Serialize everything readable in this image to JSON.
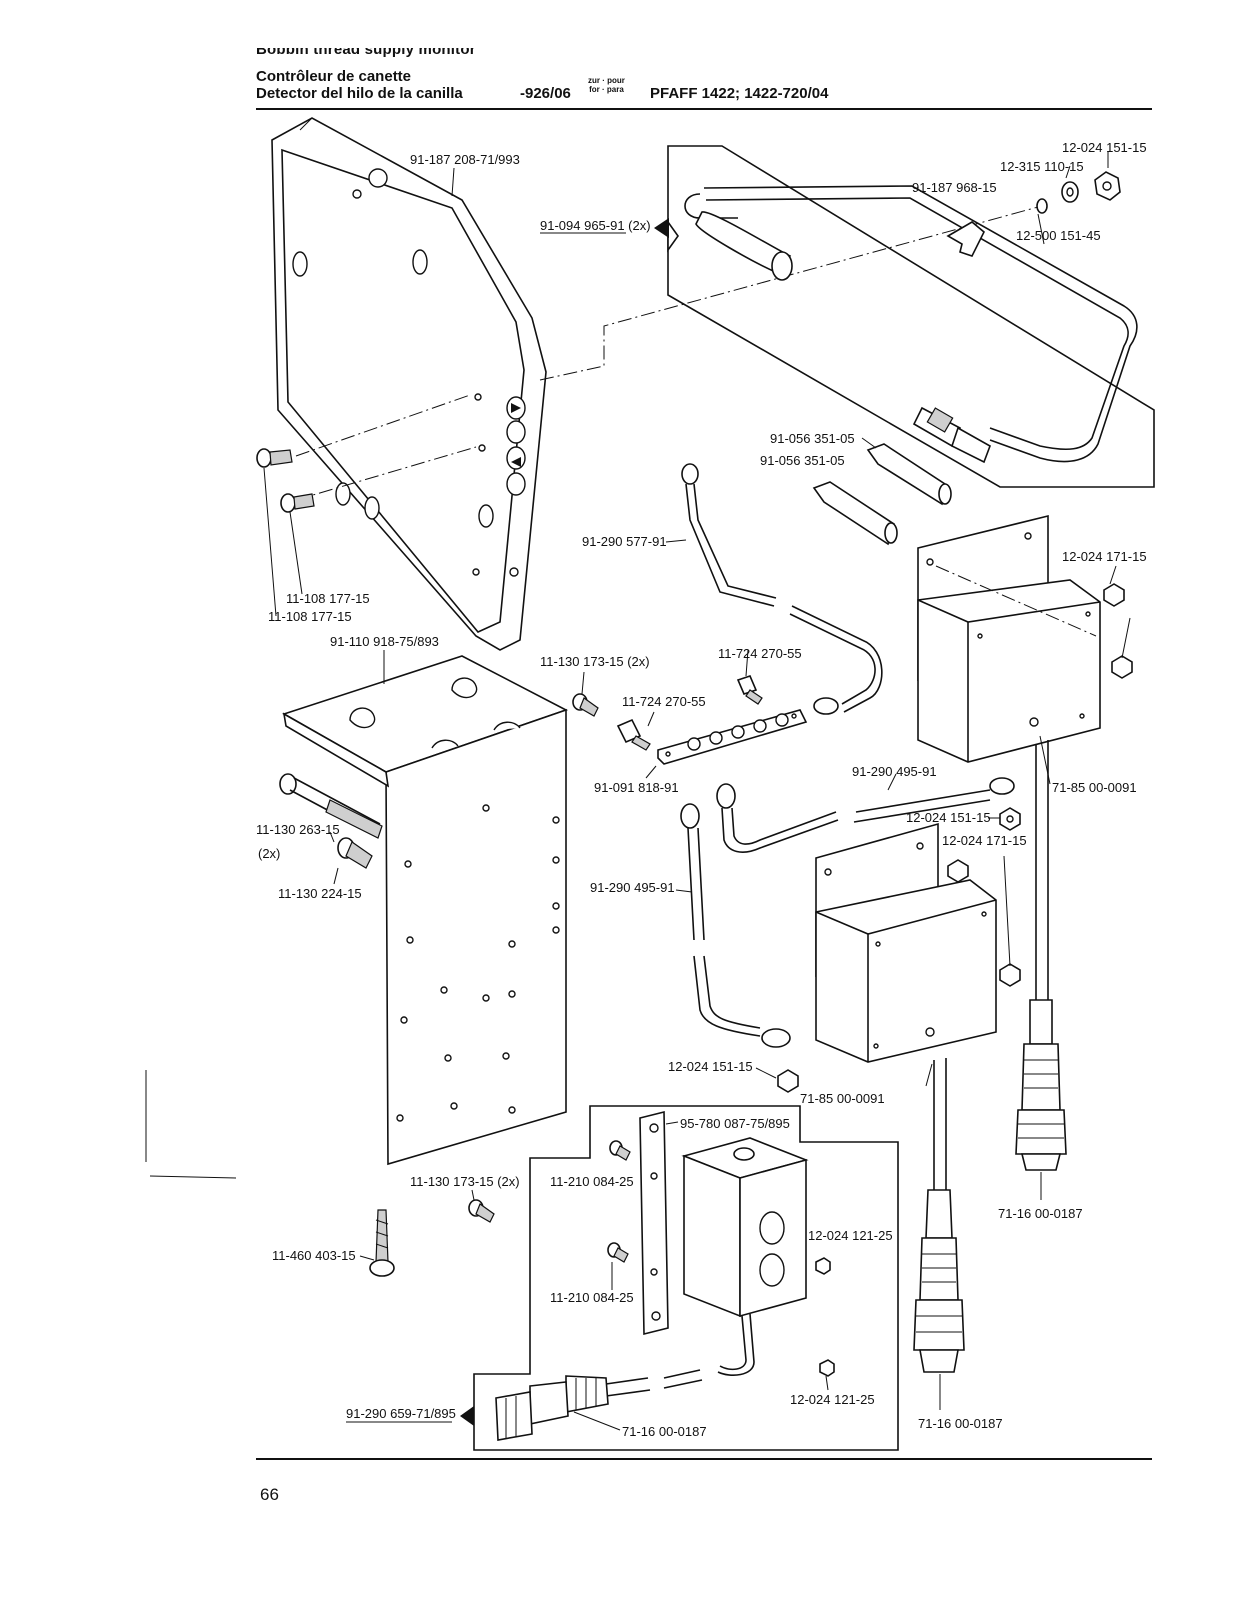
{
  "header": {
    "title_cut": "Bobbin thread supply monitor",
    "title_fr": "Contrôleur de canette",
    "title_es": "Detector del hilo de la canilla",
    "number": "-926/06",
    "for_top": "zur · pour",
    "for_bottom": "for · para",
    "model": "PFAFF 1422; 1422-720/04"
  },
  "labels": {
    "cover": "91-187 208-71/993",
    "cable_assy_top": "91-094 965-91 (2x)",
    "nut_top_right": "12-024 151-15",
    "washer_top": "12-315 110-15",
    "clip_top": "91-187 968-15",
    "washer_small_top": "12-500 151-45",
    "sleeve_a": "91-056 351-05",
    "sleeve_b": "91-056 351-05",
    "cable_577": "91-290 577-91",
    "nut_171_right": "12-024 171-15",
    "screw_108_a": "11-108 177-15",
    "screw_108_b": "11-108 177-15",
    "bracket": "91-110 918-75/893",
    "screw_173_2x": "11-130 173-15 (2x)",
    "standoff_a": "11-724 270-55",
    "standoff_b": "11-724 270-55",
    "terminal_strip": "91-091 818-91",
    "cable_495_right": "91-290 495-91",
    "nut_151_mid": "12-024 151-15",
    "nut_171_mid": "12-024 171-15",
    "screw_263": "11-130 263-15",
    "screw_263_qty": "(2x)",
    "screw_224": "11-130 224-15",
    "box_right": "71-85 00-0091",
    "cable_495_left": "91-290 495-91",
    "nut_151_low": "12-024 151-15",
    "box_mid": "71-85 00-0091",
    "strip_plate": "95-780 087-75/895",
    "screw_210_a": "11-210 084-25",
    "screw_210_b": "11-210 084-25",
    "screw_173_low": "11-130 173-15 (2x)",
    "nut_121_a": "12-024 121-25",
    "wood_screw": "11-460 403-15",
    "connector_right": "71-16 00-0187",
    "cable_assy_bottom": "91-290 659-71/895",
    "connector_bottom": "71-16 00-0187",
    "nut_121_b": "12-024 121-25",
    "connector_mid": "71-16 00-0187"
  },
  "page_number": "66"
}
